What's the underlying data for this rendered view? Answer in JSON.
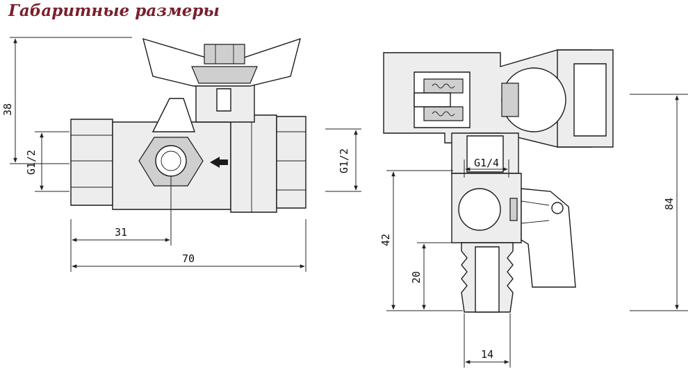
{
  "title": "Габаритные размеры",
  "colors": {
    "title": "#7a1f2b",
    "line": "#1a1a1a",
    "body_fill": "#ededed"
  },
  "left_view": {
    "dims": {
      "height": "38",
      "thread_left": "G1/2",
      "thread_right": "G1/2",
      "offset": "31",
      "length": "70"
    }
  },
  "right_view": {
    "dims": {
      "thread": "G1/4",
      "height_inner": "42",
      "spigot": "20",
      "diameter": "14",
      "height_total": "84"
    }
  }
}
